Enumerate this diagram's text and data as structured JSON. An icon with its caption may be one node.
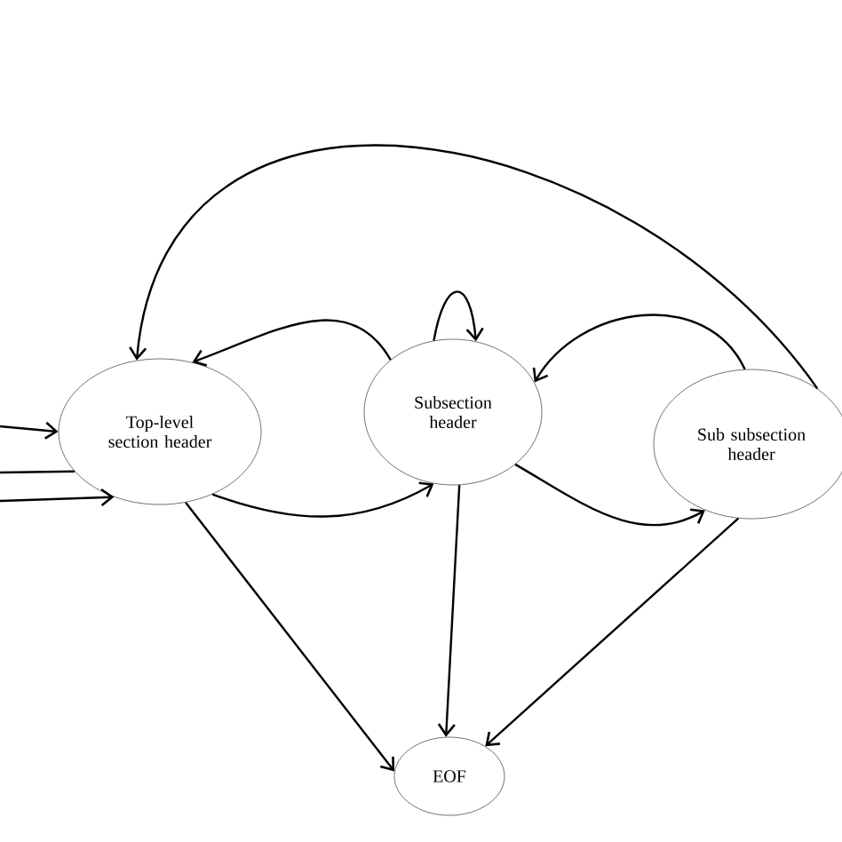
{
  "diagram": {
    "nodes": [
      {
        "text": [
          "Top-level section header"
        ]
      },
      {
        "text": [
          "Subsection header"
        ]
      },
      {
        "text": [
          "Sub subsection header"
        ]
      },
      {
        "text": [
          "EOF"
        ]
      }
    ],
    "edges": [
      {
        "from": null,
        "to": 0,
        "arrow": "to"
      },
      {
        "from": null,
        "to": 0,
        "arrow": "none"
      },
      {
        "from": null,
        "to": 0,
        "arrow": "to"
      },
      {
        "from": 2,
        "to": 0,
        "arrow": "to"
      },
      {
        "from": 1,
        "to": 0,
        "arrow": "to"
      },
      {
        "from": 1,
        "to": 1,
        "arrow": "to"
      },
      {
        "from": 2,
        "to": 1,
        "arrow": "to"
      },
      {
        "from": 0,
        "to": 1,
        "arrow": "to"
      },
      {
        "from": 1,
        "to": 2,
        "arrow": "to"
      },
      {
        "from": 0,
        "to": 3,
        "arrow": "to"
      },
      {
        "from": 1,
        "to": 3,
        "arrow": "to"
      },
      {
        "from": 2,
        "to": 3,
        "arrow": "to"
      }
    ]
  }
}
